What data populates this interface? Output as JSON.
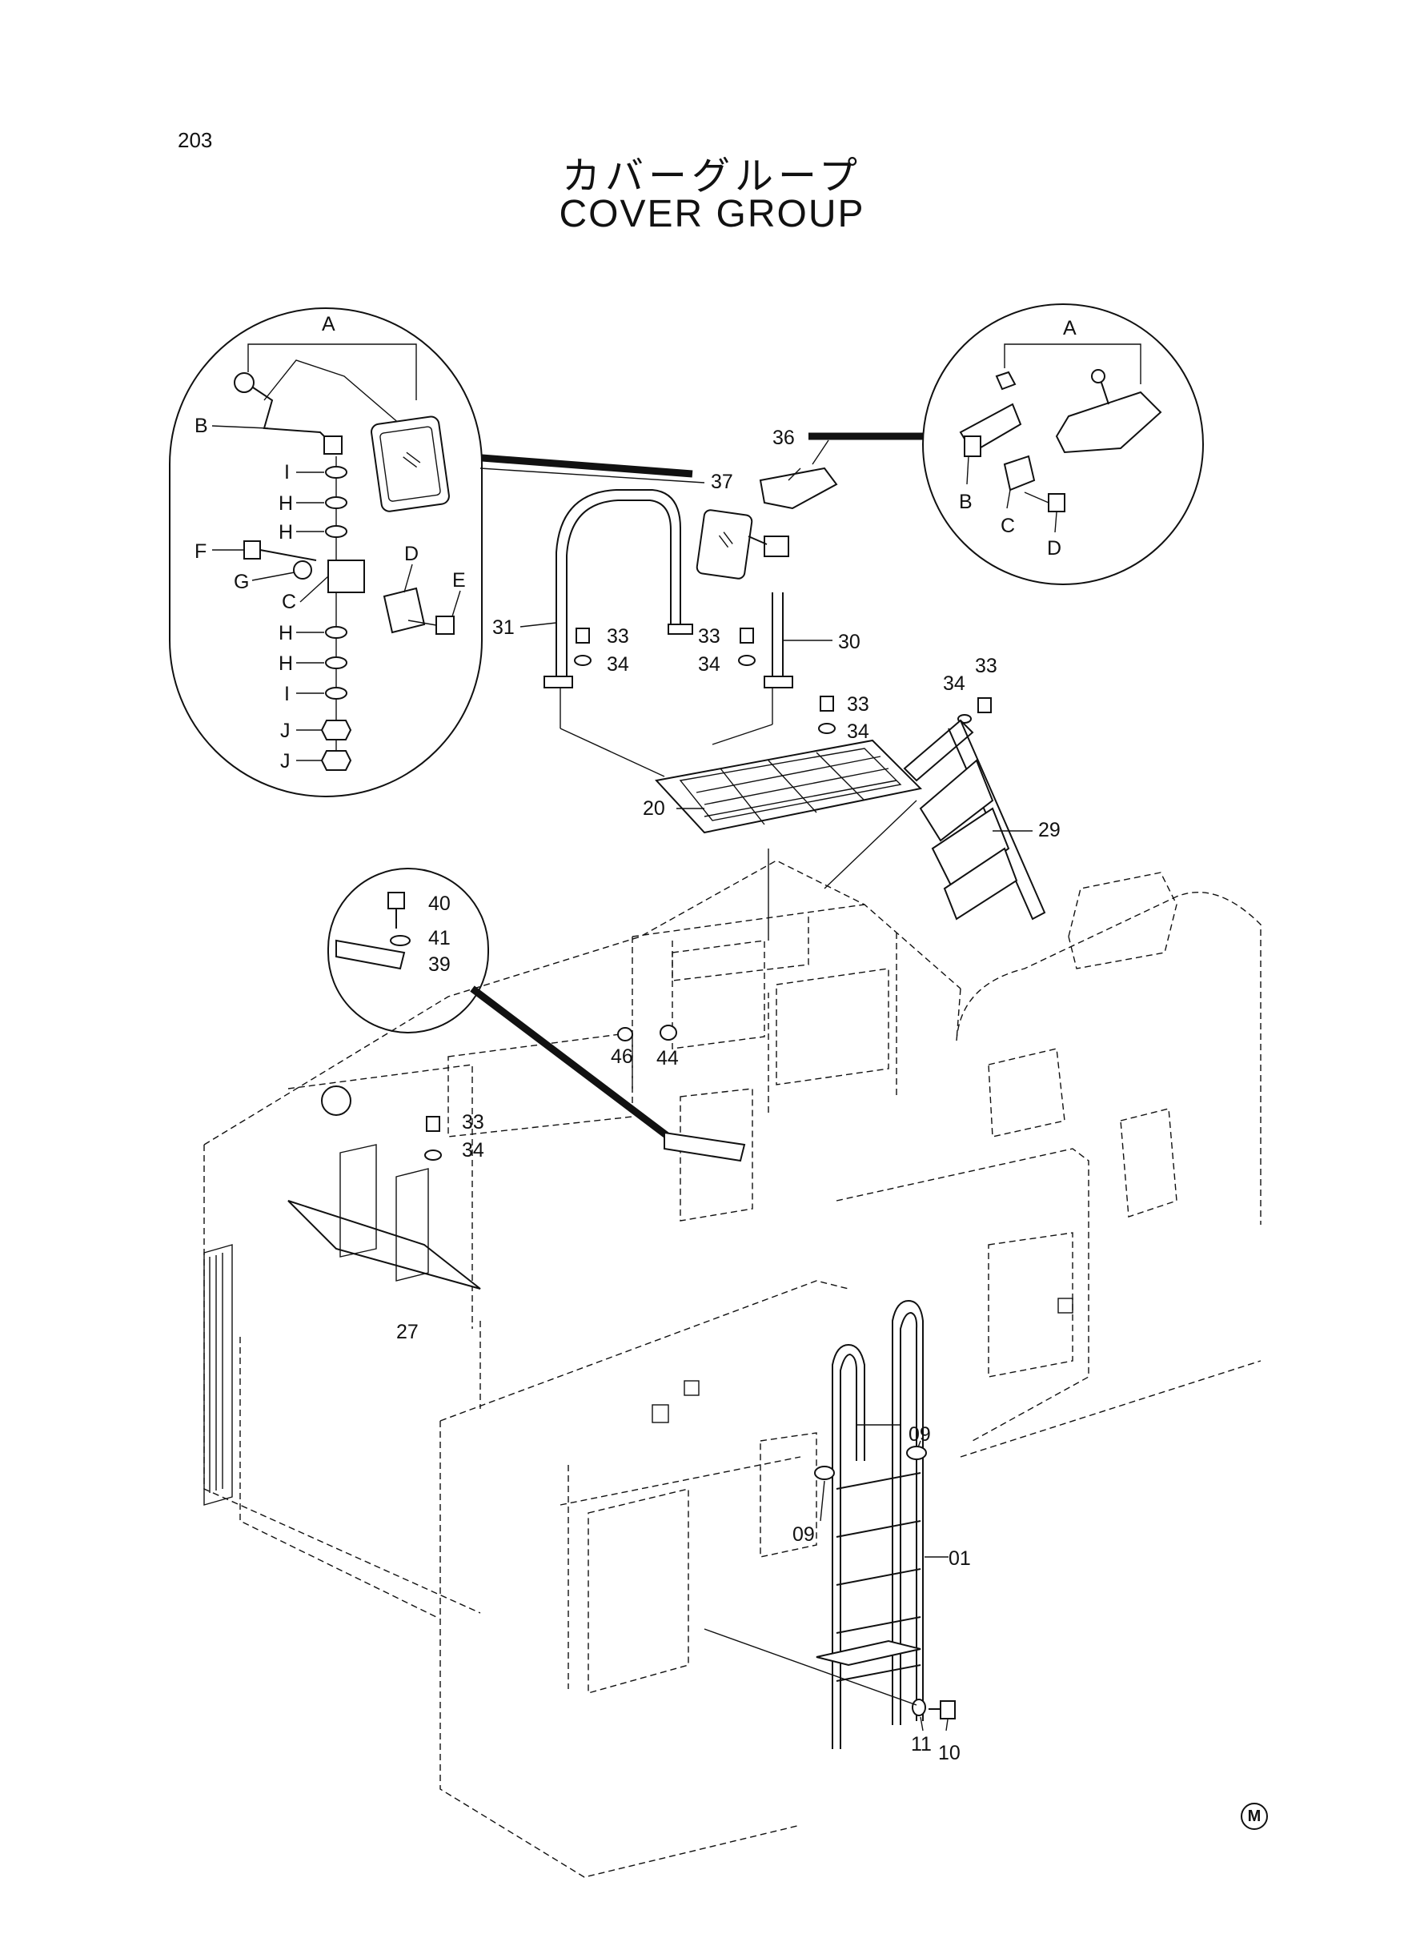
{
  "page_number": "203",
  "title_jp": "カバーグループ",
  "title_en": "COVER GROUP",
  "mark": "M",
  "callouts": {
    "l_A": "A",
    "l_B": "B",
    "l_C": "C",
    "l_D": "D",
    "l_E": "E",
    "l_F": "F",
    "l_G": "G",
    "l_H1": "H",
    "l_H2": "H",
    "l_H3": "H",
    "l_H4": "H",
    "l_I1": "I",
    "l_I2": "I",
    "l_J1": "J",
    "l_J2": "J",
    "r_A": "A",
    "r_B": "B",
    "r_C": "C",
    "r_D": "D",
    "p36": "36",
    "p37": "37",
    "p31": "31",
    "p30": "30",
    "p33a": "33",
    "p34a": "34",
    "p33b": "33",
    "p34b": "34",
    "p33c": "33",
    "p34c": "34",
    "p34d": "34",
    "p33d": "33",
    "p20": "20",
    "p29": "29",
    "p40": "40",
    "p41": "41",
    "p39": "39",
    "p46": "46",
    "p44": "44",
    "p33e": "33",
    "p34e": "34",
    "p27": "27",
    "p09a": "09",
    "p09b": "09",
    "p01": "01",
    "p11": "11",
    "p10": "10"
  }
}
